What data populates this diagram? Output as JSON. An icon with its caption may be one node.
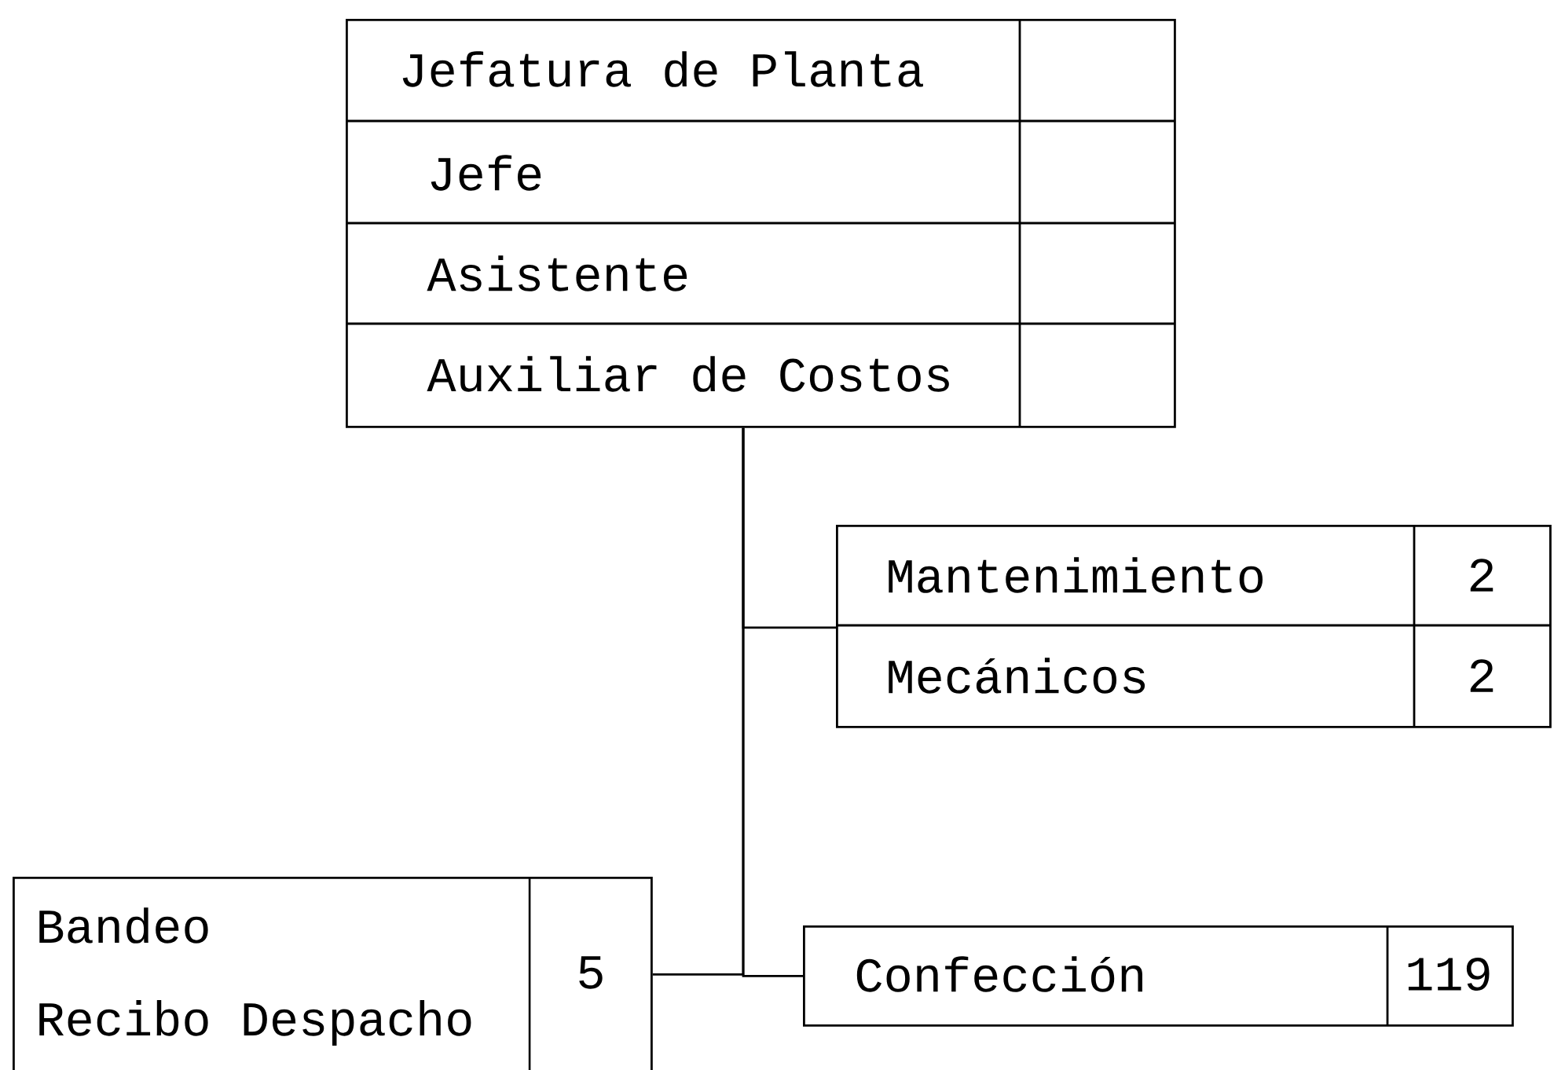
{
  "diagram": {
    "nodes": [
      {
        "text": [
          "Jefatura de Planta",
          "Jefe",
          "Asistente",
          "Auxiliar de Costos"
        ]
      },
      {
        "text": [
          "Mantenimiento",
          "2",
          "Mecánicos",
          "2"
        ]
      },
      {
        "text": [
          "Bandeo",
          "Recibo Despacho",
          "5"
        ]
      },
      {
        "text": [
          "Confección",
          "119"
        ]
      }
    ],
    "edges": [
      {
        "from": 0,
        "to": 1,
        "arrow": "none"
      },
      {
        "from": 0,
        "to": 2,
        "arrow": "none"
      },
      {
        "from": 0,
        "to": 3,
        "arrow": "none"
      }
    ]
  }
}
